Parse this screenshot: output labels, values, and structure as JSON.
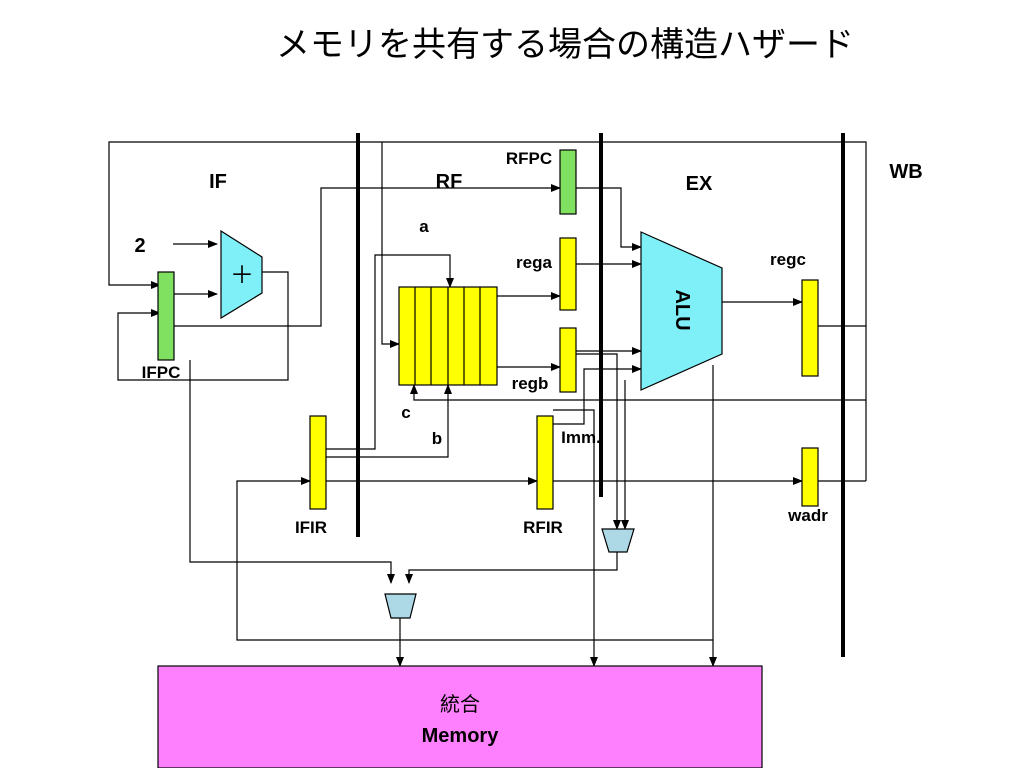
{
  "title": "メモリを共有する場合の構造ハザード",
  "stages": {
    "if": "IF",
    "rf": "RF",
    "ex": "EX",
    "wb": "WB"
  },
  "labels": {
    "const2": "2",
    "plus": "＋",
    "ifpc": "IFPC",
    "rfpc": "RFPC",
    "ifir": "IFIR",
    "rfir": "RFIR",
    "rega": "rega",
    "regb": "regb",
    "regc": "regc",
    "wadr": "wadr",
    "imm": "Imm.",
    "alu": "ALU",
    "a": "a",
    "b": "b",
    "c": "c"
  },
  "memory": {
    "line1": "統合",
    "line2": "Memory"
  },
  "colors": {
    "pc_register": "#80e060",
    "data_register": "#ffff00",
    "alu": "#7ff0f8",
    "mux": "#add8e6",
    "memory": "#ff80ff"
  }
}
